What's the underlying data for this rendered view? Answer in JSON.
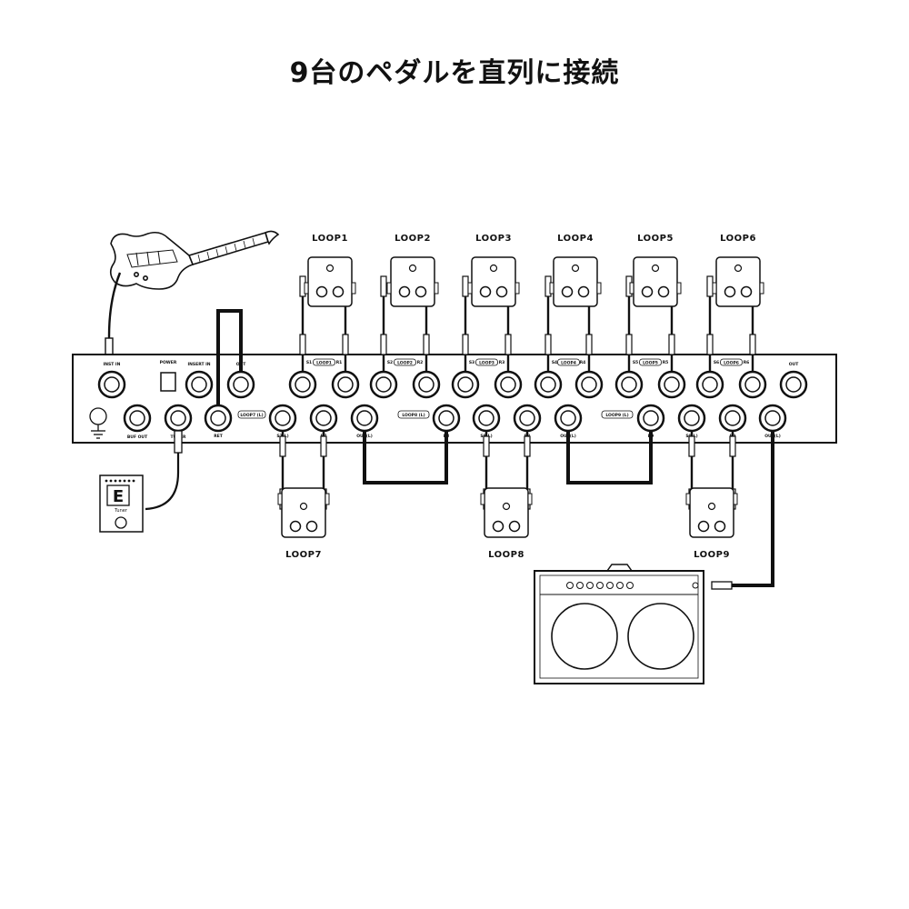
{
  "title": "9台のペダルを直列に接続",
  "loops": {
    "top": [
      "LOOP1",
      "LOOP2",
      "LOOP3",
      "LOOP4",
      "LOOP5",
      "LOOP6"
    ],
    "bottom": [
      "LOOP7",
      "LOOP8",
      "LOOP9"
    ]
  },
  "panel": {
    "top_labels": {
      "inst_in": "INST IN",
      "power": "POWER",
      "insert_in": "INSERT IN",
      "out": "OUT",
      "pairs": [
        "S1",
        "R1",
        "S2",
        "R2",
        "S3",
        "R3",
        "S4",
        "R4",
        "S5",
        "R5",
        "S6",
        "R6"
      ],
      "tags": [
        "LOOP1",
        "LOOP2",
        "LOOP3",
        "LOOP4",
        "LOOP5",
        "LOOP6"
      ],
      "final_out": "OUT"
    },
    "bottom_labels": {
      "buf_out": "BUF OUT",
      "tuner": "TUNER",
      "jacks": [
        "RET",
        "S7(L)",
        "R7",
        "OUT(L)",
        "R8",
        "S8(L)",
        "R8",
        "OUT(L)",
        "R9",
        "S9(L)",
        "R9",
        "OUT(L)"
      ],
      "tags": [
        "LOOP7 (L)",
        "LOOP8 (L)",
        "LOOP9 (L)"
      ]
    }
  },
  "tuner": {
    "display": "E",
    "label": "Tuner"
  }
}
